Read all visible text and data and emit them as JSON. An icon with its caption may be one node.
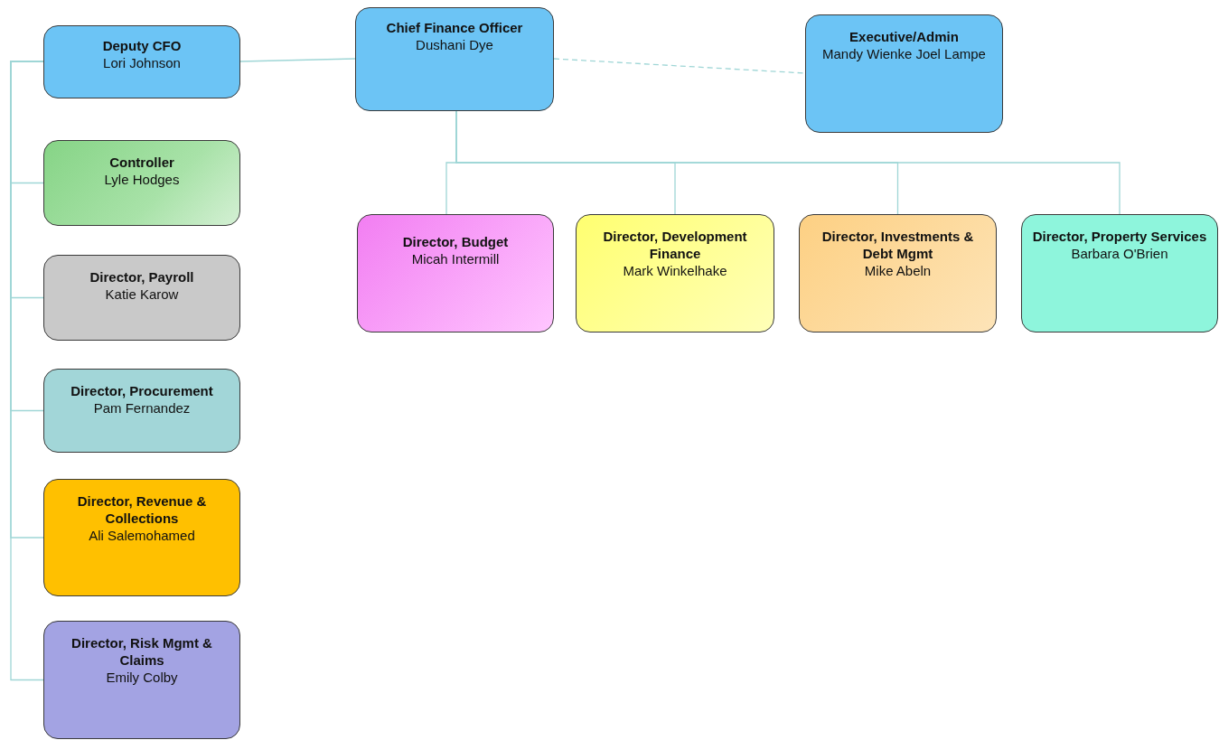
{
  "diagram": {
    "nodes": [
      {
        "text": [
          "Deputy CFO",
          "Lori Johnson"
        ]
      },
      {
        "text": [
          "Chief Finance Officer",
          "Dushani Dye"
        ]
      },
      {
        "text": [
          "Executive/Admin",
          "Mandy Wienke Joel Lampe"
        ]
      },
      {
        "text": [
          "Controller",
          "Lyle Hodges"
        ]
      },
      {
        "text": [
          "Director, Payroll",
          "Katie Karow"
        ]
      },
      {
        "text": [
          "Director, Procurement",
          "Pam Fernandez"
        ]
      },
      {
        "text": [
          "Director, Revenue & Collections",
          "Ali Salemohamed"
        ]
      },
      {
        "text": [
          "Director, Risk Mgmt & Claims",
          "Emily Colby"
        ]
      },
      {
        "text": [
          "Director, Budget",
          "Micah Intermill"
        ]
      },
      {
        "text": [
          "Director, Development Finance",
          "Mark Winkelhake"
        ]
      },
      {
        "text": [
          "Director, Investments & Debt Mgmt",
          "Mike Abeln"
        ]
      },
      {
        "text": [
          "Director, Property Services",
          "Barbara O'Brien"
        ]
      }
    ],
    "edges": [
      {
        "from": 1,
        "to": 0,
        "arrow": "none"
      },
      {
        "from": 1,
        "to": 2,
        "arrow": "none",
        "style": "dashed"
      },
      {
        "from": 0,
        "to": 3,
        "arrow": "none"
      },
      {
        "from": 0,
        "to": 4,
        "arrow": "none"
      },
      {
        "from": 0,
        "to": 5,
        "arrow": "none"
      },
      {
        "from": 0,
        "to": 6,
        "arrow": "none"
      },
      {
        "from": 0,
        "to": 7,
        "arrow": "none"
      },
      {
        "from": 1,
        "to": 8,
        "arrow": "none"
      },
      {
        "from": 1,
        "to": 9,
        "arrow": "none"
      },
      {
        "from": 1,
        "to": 10,
        "arrow": "none"
      },
      {
        "from": 1,
        "to": 11,
        "arrow": "none"
      }
    ]
  }
}
